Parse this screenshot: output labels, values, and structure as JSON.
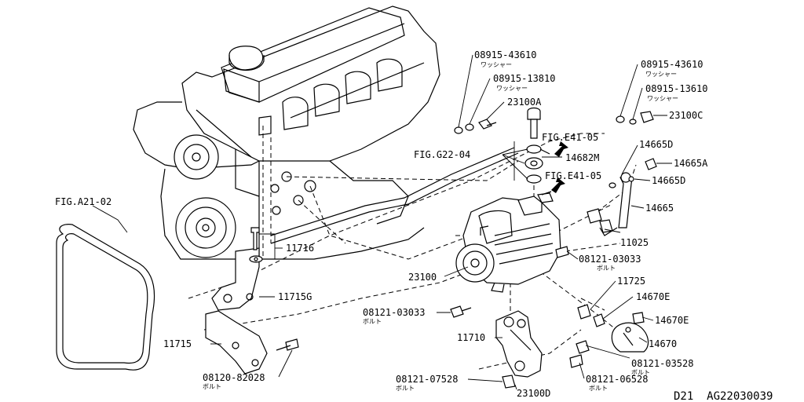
{
  "labels": {
    "p08915_43610_l": "08915-43610",
    "p08915_13810": "08915-13810",
    "p23100A": "23100A",
    "p08915_43610_r": "08915-43610",
    "p08915_13610": "08915-13610",
    "p23100C": "23100C",
    "figE41_05_top": "FIG.E41-05",
    "figG22_04": "FIG.G22-04",
    "p14682M": "14682M",
    "p14665D_top": "14665D",
    "p14665A": "14665A",
    "figE41_05_mid": "FIG.E41-05",
    "p14665D_mid": "14665D",
    "p14665": "14665",
    "figA21_02": "FIG.A21-02",
    "p11716": "11716",
    "p11025": "11025",
    "p08121_03033_r": "08121-03033",
    "p23100": "23100",
    "p11725": "11725",
    "p11715G": "11715G",
    "p14670E_top": "14670E",
    "p08121_03033_l": "08121-03033",
    "p14670E_r": "14670E",
    "p11710": "11710",
    "p14670": "14670",
    "p11715": "11715",
    "p08121_03528": "08121-03528",
    "p08120_82028": "08120-82028",
    "p08121_07528": "08121-07528",
    "p08121_06528": "08121-06528",
    "p23100D": "23100D",
    "code": "D21  AG22030039"
  },
  "subs": {
    "washer": "ワッシャー",
    "bolt": "ボルト"
  }
}
